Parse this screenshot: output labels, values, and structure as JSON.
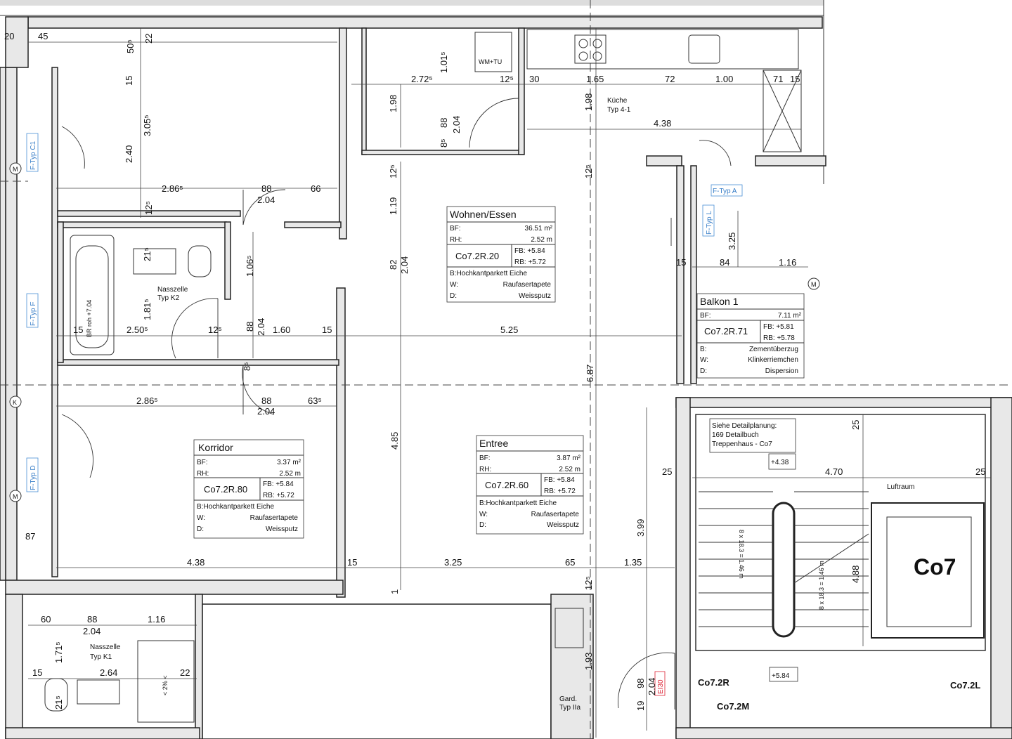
{
  "building": {
    "code": "Co7",
    "units": [
      "Co7.2R",
      "Co7.2M",
      "Co7.2L"
    ]
  },
  "rooms": [
    {
      "id": "korridor",
      "name": "Korridor",
      "bf": "3.37 m²",
      "rh": "2.52 m",
      "code": "Co7.2R.80",
      "fb": "FB: +5.84",
      "rb": "RB: +5.72",
      "b": "B:Hochkantparkett Eiche",
      "w_label": "W:",
      "w": "Raufasertapete",
      "d_label": "D:",
      "d": "Weissputz"
    },
    {
      "id": "wohnen",
      "name": "Wohnen/Essen",
      "bf": "36.51 m²",
      "rh": "2.52 m",
      "code": "Co7.2R.20",
      "fb": "FB: +5.84",
      "rb": "RB: +5.72",
      "b": "B:Hochkantparkett Eiche",
      "w_label": "W:",
      "w": "Raufasertapete",
      "d_label": "D:",
      "d": "Weissputz"
    },
    {
      "id": "entree",
      "name": "Entree",
      "bf": "3.87 m²",
      "rh": "2.52 m",
      "code": "Co7.2R.60",
      "fb": "FB: +5.84",
      "rb": "RB: +5.72",
      "b": "B:Hochkantparkett Eiche",
      "w_label": "W:",
      "w": "Raufasertapete",
      "d_label": "D:",
      "d": "Weissputz"
    },
    {
      "id": "balkon",
      "name": "Balkon 1",
      "bf": "7.11 m²",
      "rh": "",
      "code": "Co7.2R.71",
      "fb": "FB: +5.81",
      "rb": "RB: +5.78",
      "b": "B:",
      "b2": "Zementüberzug",
      "w_label": "W:",
      "w": "Klinkerriemchen",
      "d_label": "D:",
      "d": "Dispersion"
    }
  ],
  "labels": {
    "bf": "BF:",
    "rh": "RH:",
    "kueche": "Küche",
    "kueche_typ": "Typ 4-1",
    "nass_k2": "Nasszelle",
    "nass_k2_typ": "Typ K2",
    "nass_k1": "Nasszelle",
    "nass_k1_typ": "Typ K1",
    "wmtu": "WM+TU",
    "gard": "Gard.",
    "gard_typ": "Typ IIa",
    "luftraum": "Luftraum",
    "detail1": "Siehe Detailplanung:",
    "detail2": "169 Detailbuch",
    "detail3": "Treppenhaus - Co7",
    "lvl1": "+4.38",
    "lvl2": "+5.84",
    "ei30": "EI30",
    "br": "BR roh +7.04",
    "ftyp_c": "F-Typ C1",
    "ftyp_f": "F-Typ F",
    "ftyp_d": "F-Typ D",
    "ftyp_a": "F-Typ A",
    "ftyp_l": "F-Typ L",
    "stair_l": "8 x 18.3 = 1.46 m",
    "stair_r": "8 x 18.3 = 1.46 m",
    "slope": "< 2% <",
    "m": "M",
    "k": "K"
  },
  "dims": {
    "d20": "20",
    "d45": "45",
    "d50": "50⁵",
    "d22a": "22",
    "d15a": "15",
    "d305": "3.05⁵",
    "d240": "2.40",
    "d2865a": "2.86⁵",
    "d125a": "12⁵",
    "d88a": "88",
    "d204a": "2.04",
    "d66": "66",
    "d2725": "2.72⁵",
    "d1015": "1.01⁵",
    "d198a": "1.98",
    "d125b": "12⁵",
    "d30": "30",
    "d165": "1.65",
    "d72": "72",
    "d100": "1.00",
    "d71": "71",
    "d15b": "15",
    "d198b": "1.98",
    "d438a": "4.38",
    "d88b": "88",
    "d204b": "2.04",
    "d85a": "8⁵",
    "d125c": "12⁵",
    "d119": "1.19",
    "d82": "82",
    "d204c": "2.04",
    "d125d": "12⁵",
    "d215a": "21⁵",
    "d1065": "1.06⁵",
    "d1815": "1.81⁵",
    "d15c": "15",
    "d2505": "2.50⁵",
    "d125e": "12⁵",
    "d88c": "88",
    "d204d": "2.04",
    "d160": "1.60",
    "d15d": "15",
    "d525": "5.25",
    "d85b": "8⁵",
    "d2865b": "2.86⁵",
    "d88d": "88",
    "d635": "63⁵",
    "d204e": "2.04",
    "d485": "4.85",
    "d687": "6.87",
    "d87": "87",
    "d438b": "4.38",
    "d15e": "15",
    "d325a": "3.25",
    "d65": "65",
    "d135": "1.35",
    "d399": "3.99",
    "d125f": "12⁵",
    "d1": "1",
    "d15f": "15",
    "d84": "84",
    "d116a": "1.16",
    "d325b": "3.25",
    "d25a": "25",
    "d25b": "25",
    "d470": "4.70",
    "d25c": "25",
    "d488": "4.88",
    "d60": "60",
    "d88e": "88",
    "d116b": "1.16",
    "d204f": "2.04",
    "d1715": "1.71⁵",
    "d15g": "15",
    "d264": "2.64",
    "d22b": "22",
    "d215b": "21⁵",
    "d193": "1.93",
    "d98": "98",
    "d204g": "2.04",
    "d19": "19"
  }
}
